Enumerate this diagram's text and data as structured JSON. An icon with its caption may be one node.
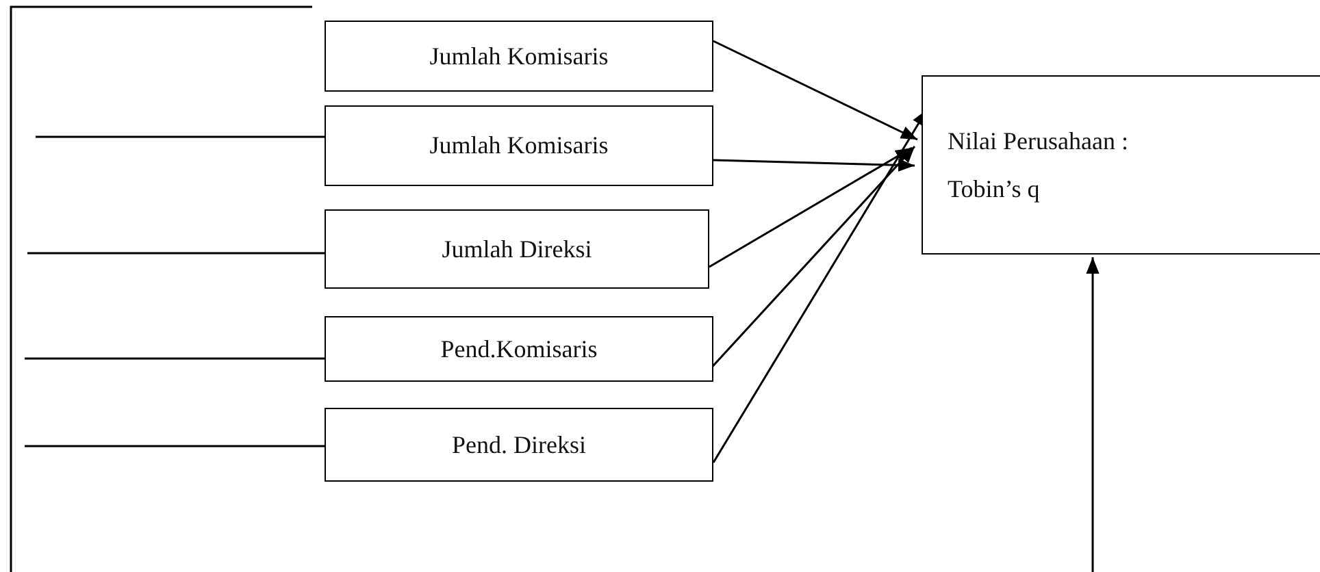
{
  "diagram": {
    "nodes": [
      {
        "text": [
          "Jumlah Komisaris"
        ]
      },
      {
        "text": [
          "Jumlah Komisaris"
        ]
      },
      {
        "text": [
          "Jumlah Direksi"
        ]
      },
      {
        "text": [
          "Pend.Komisaris"
        ]
      },
      {
        "text": [
          "Pend. Direksi"
        ]
      },
      {
        "text": [
          "Nilai Perusahaan : Tobin’s q"
        ]
      }
    ],
    "edges": [
      {
        "from": 0,
        "to": 5,
        "arrow": "to"
      },
      {
        "from": 1,
        "to": 5,
        "arrow": "to"
      },
      {
        "from": 2,
        "to": 5,
        "arrow": "to"
      },
      {
        "from": 3,
        "to": 5,
        "arrow": "to"
      },
      {
        "from": 4,
        "to": 5,
        "arrow": "to"
      },
      {
        "from": null,
        "to": 1,
        "arrow": "none"
      },
      {
        "from": null,
        "to": 2,
        "arrow": "none"
      },
      {
        "from": null,
        "to": 3,
        "arrow": "none"
      },
      {
        "from": null,
        "to": 4,
        "arrow": "none"
      },
      {
        "from": null,
        "to": 5,
        "arrow": "to"
      }
    ]
  }
}
